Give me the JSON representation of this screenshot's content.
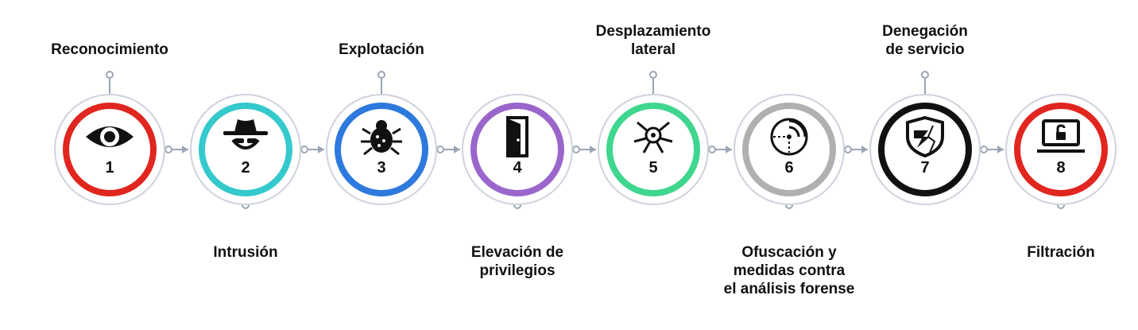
{
  "accent_connector": "#9aa6b8",
  "steps": [
    {
      "number": "1",
      "label": "Reconocimiento",
      "label_position": "top",
      "icon": "eye-icon",
      "color": "#e0261f"
    },
    {
      "number": "2",
      "label": "Intrusión",
      "label_position": "bottom",
      "icon": "spy-icon",
      "color": "#34c9cc"
    },
    {
      "number": "3",
      "label": "Explotación",
      "label_position": "top",
      "icon": "bug-icon",
      "color": "#2e79dd"
    },
    {
      "number": "4",
      "label": "Elevación de\nprivilegios",
      "label_position": "bottom",
      "icon": "door-icon",
      "color": "#9b66cc"
    },
    {
      "number": "5",
      "label": "Desplazamiento\nlateral",
      "label_position": "top",
      "icon": "spread-icon",
      "color": "#3fd68f"
    },
    {
      "number": "6",
      "label": "Ofuscación y\nmedidas contra\nel análisis forense",
      "label_position": "bottom",
      "icon": "radar-icon",
      "color": "#b0b0b0"
    },
    {
      "number": "7",
      "label": "Denegación\nde servicio",
      "label_position": "top",
      "icon": "broken-shield-icon",
      "color": "#111111"
    },
    {
      "number": "8",
      "label": "Filtración",
      "label_position": "bottom",
      "icon": "laptop-unlock-icon",
      "color": "#e0261f"
    }
  ]
}
